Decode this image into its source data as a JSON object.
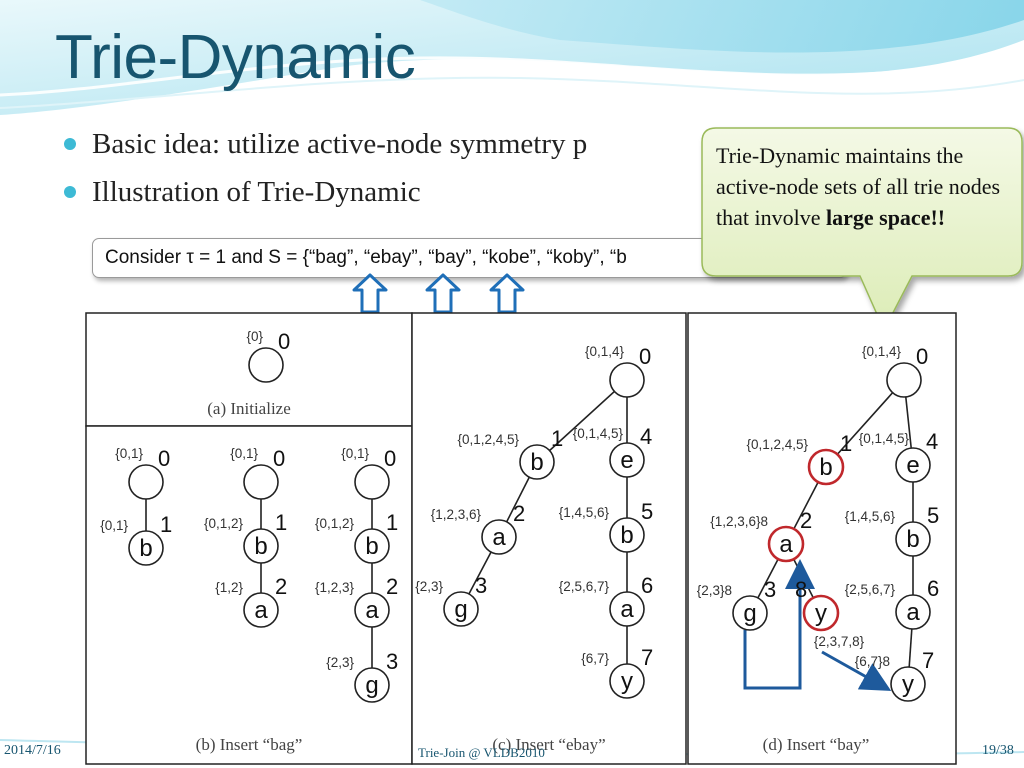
{
  "slide": {
    "title": "Trie-Dynamic",
    "bullets": [
      "Basic idea: utilize active-node symmetry p",
      "Illustration of Trie-Dynamic"
    ],
    "consider_text": "Consider τ = 1 and S = {“bag”, “ebay”, “bay”, “kobe”, “koby”, “b",
    "callout": {
      "text": "Trie-Dynamic maintains the active-node sets of all trie nodes that involve",
      "bold": "large space!!"
    },
    "footer": {
      "date": "2014/7/16",
      "center": "Trie-Join @ VLDB2010",
      "page": "19/38"
    },
    "colors": {
      "title": "#17556f",
      "bullet": "#3dbad5",
      "highlight_node": "#c0282c",
      "blue_arrow": "#1e5a9c",
      "callout_fill": "#e6f2c8"
    }
  },
  "panels": {
    "a": {
      "caption": "(a) Initialize"
    },
    "b": {
      "caption": "(b) Insert “bag”"
    },
    "c": {
      "caption": "(c) Insert “ebay”"
    },
    "d": {
      "caption": "(d) Insert “bay”"
    }
  },
  "nodes": [
    {
      "id": "a0",
      "char": "",
      "num": "0",
      "set": "{0}"
    },
    {
      "id": "b1_0",
      "char": "",
      "num": "0",
      "set": "{0,1}"
    },
    {
      "id": "b1_1",
      "char": "b",
      "num": "1",
      "set": "{0,1}"
    },
    {
      "id": "b2_0",
      "char": "",
      "num": "0",
      "set": "{0,1}"
    },
    {
      "id": "b2_1",
      "char": "b",
      "num": "1",
      "set": "{0,1,2}"
    },
    {
      "id": "b2_2",
      "char": "a",
      "num": "2",
      "set": "{1,2}"
    },
    {
      "id": "b3_0",
      "char": "",
      "num": "0",
      "set": "{0,1}"
    },
    {
      "id": "b3_1",
      "char": "b",
      "num": "1",
      "set": "{0,1,2}"
    },
    {
      "id": "b3_2",
      "char": "a",
      "num": "2",
      "set": "{1,2,3}"
    },
    {
      "id": "b3_3",
      "char": "g",
      "num": "3",
      "set": "{2,3}"
    },
    {
      "id": "c0",
      "char": "",
      "num": "0",
      "set": "{0,1,4}"
    },
    {
      "id": "c1",
      "char": "b",
      "num": "1",
      "set": "{0,1,2,4,5}"
    },
    {
      "id": "c2",
      "char": "a",
      "num": "2",
      "set": "{1,2,3,6}"
    },
    {
      "id": "c3",
      "char": "g",
      "num": "3",
      "set": "{2,3}"
    },
    {
      "id": "c4",
      "char": "e",
      "num": "4",
      "set": "{0,1,4,5}"
    },
    {
      "id": "c5",
      "char": "b",
      "num": "5",
      "set": "{1,4,5,6}"
    },
    {
      "id": "c6",
      "char": "a",
      "num": "6",
      "set": "{2,5,6,7}"
    },
    {
      "id": "c7",
      "char": "y",
      "num": "7",
      "set": "{6,7}"
    },
    {
      "id": "d0",
      "char": "",
      "num": "0",
      "set": "{0,1,4}"
    },
    {
      "id": "d1",
      "char": "b",
      "num": "1",
      "set": "{0,1,2,4,5}"
    },
    {
      "id": "d2",
      "char": "a",
      "num": "2",
      "set": "{1,2,3,6}8"
    },
    {
      "id": "d3",
      "char": "g",
      "num": "3",
      "set": "{2,3}8"
    },
    {
      "id": "d8",
      "char": "y",
      "num": "8",
      "set": "{2,3,7,8}"
    },
    {
      "id": "d4",
      "char": "e",
      "num": "4",
      "set": "{0,1,4,5}"
    },
    {
      "id": "d5",
      "char": "b",
      "num": "5",
      "set": "{1,4,5,6}"
    },
    {
      "id": "d6",
      "char": "a",
      "num": "6",
      "set": "{2,5,6,7}"
    },
    {
      "id": "d7",
      "char": "y",
      "num": "7",
      "set": "{6,7}8"
    }
  ],
  "edges": [
    [
      "b1_0",
      "b1_1"
    ],
    [
      "b2_0",
      "b2_1"
    ],
    [
      "b2_1",
      "b2_2"
    ],
    [
      "b3_0",
      "b3_1"
    ],
    [
      "b3_1",
      "b3_2"
    ],
    [
      "b3_2",
      "b3_3"
    ],
    [
      "c0",
      "c1"
    ],
    [
      "c1",
      "c2"
    ],
    [
      "c2",
      "c3"
    ],
    [
      "c0",
      "c4"
    ],
    [
      "c4",
      "c5"
    ],
    [
      "c5",
      "c6"
    ],
    [
      "c6",
      "c7"
    ],
    [
      "d0",
      "d1"
    ],
    [
      "d1",
      "d2"
    ],
    [
      "d2",
      "d3"
    ],
    [
      "d2",
      "d8"
    ],
    [
      "d0",
      "d4"
    ],
    [
      "d4",
      "d5"
    ],
    [
      "d5",
      "d6"
    ],
    [
      "d6",
      "d7"
    ]
  ],
  "highlighted": [
    "d1",
    "d2",
    "d8"
  ]
}
